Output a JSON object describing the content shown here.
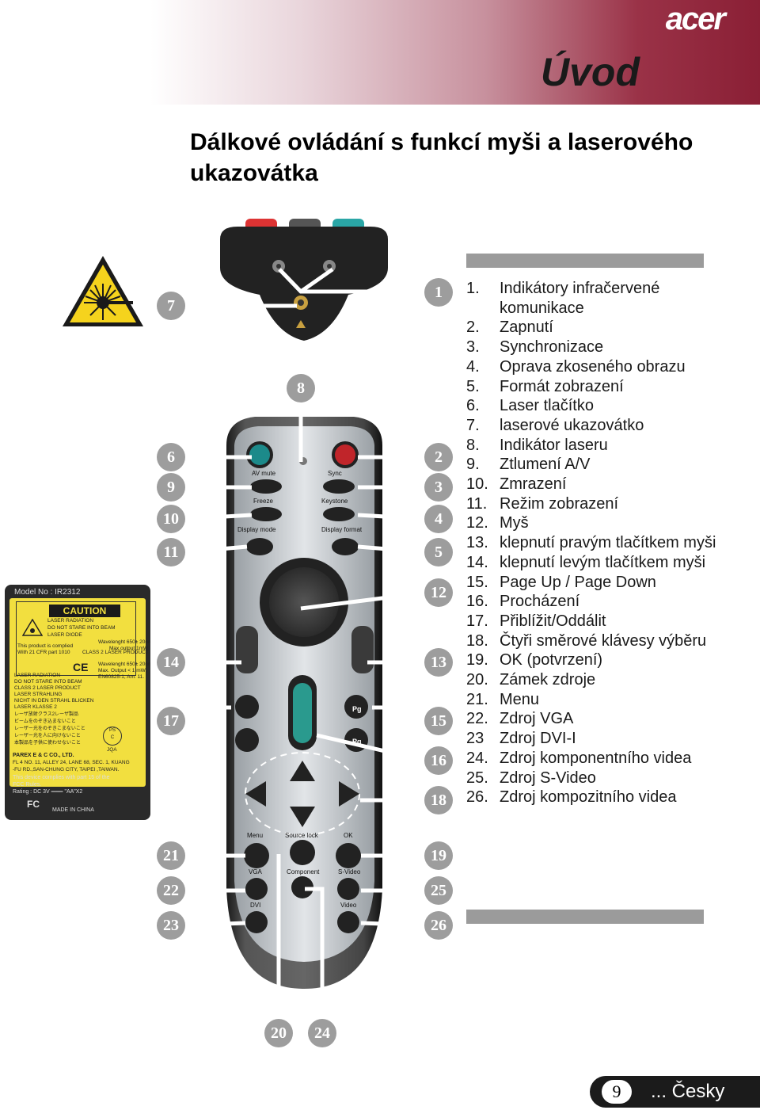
{
  "header": {
    "logo": "acer",
    "section": "Úvod"
  },
  "heading": "Dálkové ovládání s funkcí myši a laserového ukazovátka",
  "label": {
    "model": "Model No : IR2312",
    "caution": "CAUTION",
    "caution_lines": [
      "LASER RADIATION",
      "DO NOT STARE INTO BEAM",
      "LASER DIODE"
    ],
    "spec1": [
      "Wavelenght 650± 20nm",
      "Max output 1mW"
    ],
    "complied": [
      "This product is complied",
      "With 21 CFR part 1010"
    ],
    "class2": "CLASS 2 LASER PRODUCT",
    "spec2": [
      "Wavelenght 650± 20nm",
      "Max. Output < 1 mW,",
      "EN60825-1, Am. 11."
    ],
    "ce": "CE",
    "lines2": [
      "LASER RADIATION",
      "DO NOT STARE INTO BEAM",
      "CLASS 2 LASER PRODUCT",
      "LASER STRAHLING",
      "NICHT IN DEN STRAHL BLICKEN",
      "LASER KLASSE 2"
    ],
    "jp": [
      "レーザ放射クラス2レーザ製品",
      "ビームをのぞき込まないこと",
      "レーザー光をのぞきこまないこと",
      "レーザー光を人に向けないこと",
      "本製品を子供に使わせないこと"
    ],
    "ps": [
      "PS",
      "C"
    ],
    "jqa": "JQA",
    "company": "PAREX E & C CO., LTD.",
    "address": [
      "FL 4 NO. 11, ALLEY 24, LANE 68, SEC. 1, KUANG",
      "-FU RD.,SAN-CHUNG CITY, TAIPEI ,TAIWAN."
    ],
    "fcc": [
      "This device complies with part 15 of the",
      "FCC Rules."
    ],
    "rating": "Rating :       DC 3V ═══ \"AA\"X2",
    "fc": "FC",
    "made": "MADE IN CHINA"
  },
  "remote": {
    "buttons": {
      "av_mute": "AV mute",
      "sync": "Sync",
      "freeze": "Freeze",
      "keystone": "Keystone",
      "display_mode": "Display mode",
      "display_format": "Display format",
      "menu": "Menu",
      "source_lock": "Source lock",
      "ok": "OK",
      "vga": "VGA",
      "component": "Component",
      "svideo": "S-Video",
      "dvi": "DVI",
      "video": "Video",
      "pg": "Pg"
    }
  },
  "callouts": [
    "1",
    "2",
    "3",
    "4",
    "5",
    "6",
    "7",
    "8",
    "9",
    "10",
    "11",
    "12",
    "13",
    "14",
    "15",
    "16",
    "17",
    "18",
    "19",
    "20",
    "21",
    "22",
    "23",
    "24",
    "25",
    "26"
  ],
  "items": [
    {
      "n": "1.",
      "text": "Indikátory infračervené komunikace"
    },
    {
      "n": "2.",
      "text": "Zapnutí"
    },
    {
      "n": "3.",
      "text": "Synchronizace"
    },
    {
      "n": "4.",
      "text": "Oprava zkoseného obrazu"
    },
    {
      "n": "5.",
      "text": "Formát zobrazení"
    },
    {
      "n": "6.",
      "text": "Laser tlačítko"
    },
    {
      "n": "7.",
      "text": "laserové ukazovátko"
    },
    {
      "n": "8.",
      "text": "Indikátor laseru"
    },
    {
      "n": "9.",
      "text": "Ztlumení A/V"
    },
    {
      "n": "10.",
      "text": "Zmrazení"
    },
    {
      "n": "11.",
      "text": "Režim zobrazení"
    },
    {
      "n": "12.",
      "text": "Myš"
    },
    {
      "n": "13.",
      "text": "klepnutí pravým tlačítkem myši"
    },
    {
      "n": "14.",
      "text": "klepnutí levým tlačítkem myši"
    },
    {
      "n": "15.",
      "text": "Page Up / Page Down"
    },
    {
      "n": "16.",
      "text": "Procházení"
    },
    {
      "n": "17.",
      "text": "Přiblížit/Oddálit"
    },
    {
      "n": "18.",
      "text": "Čtyři směrové klávesy výběru"
    },
    {
      "n": "19.",
      "text": "OK (potvrzení)"
    },
    {
      "n": "20.",
      "text": "Zámek zdroje"
    },
    {
      "n": "21.",
      "text": "Menu"
    },
    {
      "n": "22.",
      "text": "Zdroj VGA"
    },
    {
      "n": "23",
      "text": "Zdroj DVI-I"
    },
    {
      "n": "24.",
      "text": "Zdroj komponentního videa"
    },
    {
      "n": "25.",
      "text": "Zdroj S-Video"
    },
    {
      "n": "26.",
      "text": "Zdroj kompozitního videa"
    }
  ],
  "footer": {
    "page": "9",
    "language": "... Česky"
  }
}
